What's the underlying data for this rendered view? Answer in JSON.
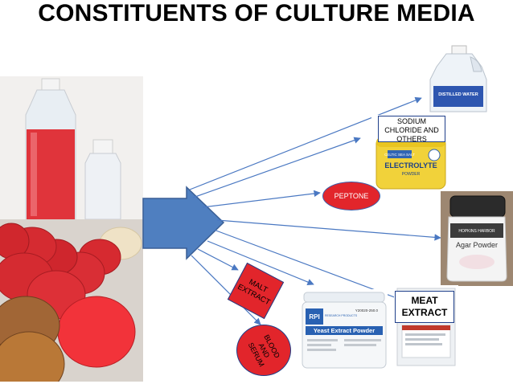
{
  "title": "CONSTITUENTS OF CULTURE MEDIA",
  "labels": {
    "sodium": "SODIUM CHLORIDE AND OTHERS",
    "peptone": "PEPTONE",
    "malt": "MALT EXTRACT",
    "blood": "BLOOD AND SERUM",
    "meat": "MEAT EXTRACT"
  },
  "products": {
    "electrolyte_brand": "CELTIC SEA SALT",
    "electrolyte_name": "ELECTROLYTE",
    "electrolyte_sub": "POWDER",
    "distilled": "DISTILLED WATER",
    "agar": "Agar Powder",
    "agar_brand": "HOPKINS HARBOR",
    "yeast_brand": "RPI",
    "yeast_brand_sub": "RESEARCH PRODUCTS",
    "yeast_name": "Yeast Extract Powder",
    "yeast_code": "Y20020-250.0"
  },
  "colors": {
    "arrow_fill": "#4f7fc0",
    "arrow_stroke": "#3a5f96",
    "connector": "#4a78c2",
    "badge_red": "#e2252b",
    "badge_blue_border": "#3b5ca8",
    "label_border": "#1f3f8a"
  }
}
